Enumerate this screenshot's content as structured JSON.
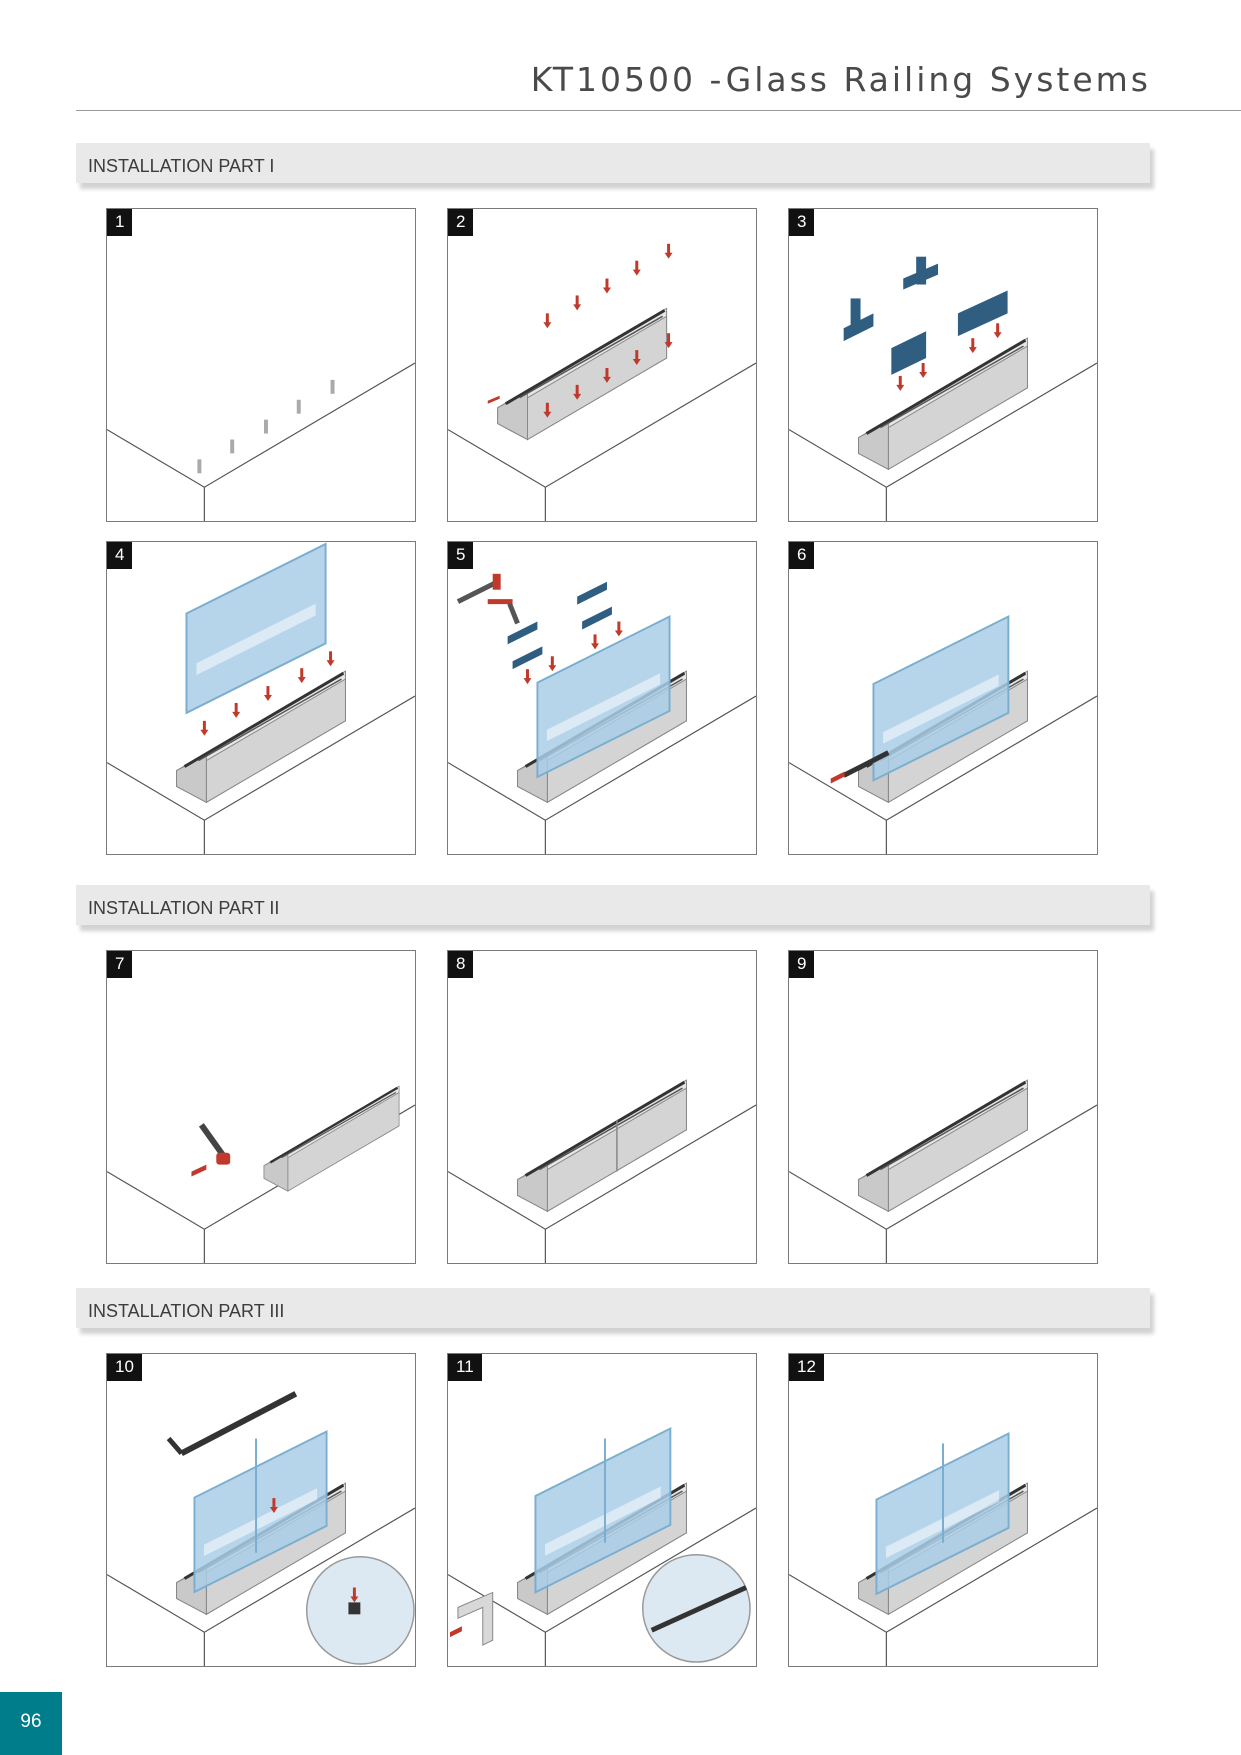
{
  "header": {
    "title": "KT10500 -Glass Railing Systems"
  },
  "sections": [
    {
      "label": "INSTALLATION PART I"
    },
    {
      "label": "INSTALLATION PART II"
    },
    {
      "label": "INSTALLATION PART III"
    }
  ],
  "steps": [
    {
      "number": "1"
    },
    {
      "number": "2"
    },
    {
      "number": "3"
    },
    {
      "number": "4"
    },
    {
      "number": "5"
    },
    {
      "number": "6"
    },
    {
      "number": "7"
    },
    {
      "number": "8"
    },
    {
      "number": "9"
    },
    {
      "number": "10"
    },
    {
      "number": "11"
    },
    {
      "number": "12"
    }
  ],
  "footer": {
    "page_number": "96"
  },
  "colors": {
    "accent": "#007d8a",
    "glass": "#a9cde6",
    "wedge": "#2f5e80",
    "arrow": "#c0392b"
  }
}
